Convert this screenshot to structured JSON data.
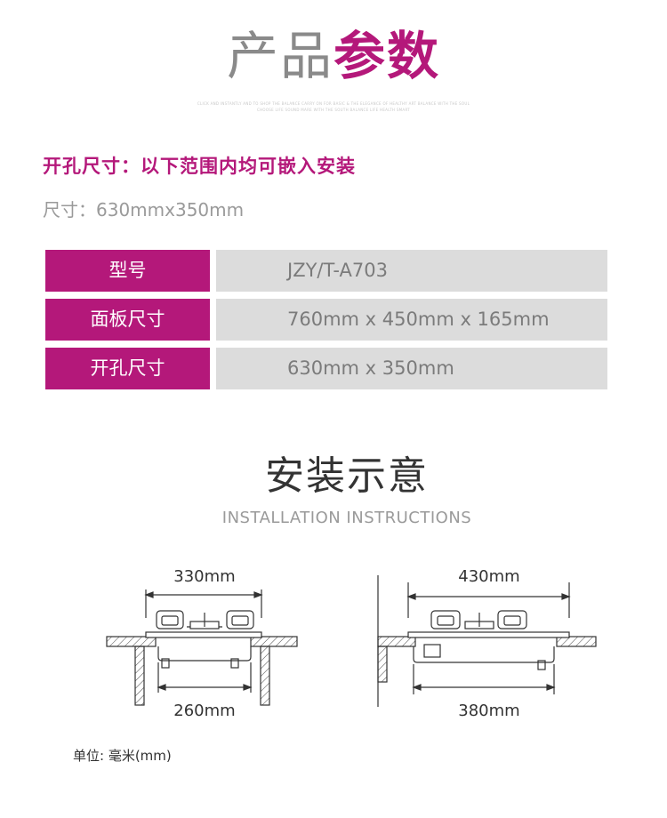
{
  "title": {
    "part1": "产品",
    "part2": "参数"
  },
  "tiny_text": {
    "line1": "CLICK AND INSTANTLY AND TO SHOP THE BALANCE CARRY ON FOR BASIC & THE ELEGANCE OF HEALTHY ART BALANCE WITH THE SOUL",
    "line2": "CHOOSE LIFE SOUND MARE WITH THE SOUTH BALANCE LIFE HEALTH SMART"
  },
  "cutout_heading": "开孔尺寸：以下范围内均可嵌入安装",
  "size_line": "尺寸：630mmx350mm",
  "specs": [
    {
      "label": "型号",
      "value": "JZY/T-A703"
    },
    {
      "label": "面板尺寸",
      "value": "760mm x 450mm x 165mm"
    },
    {
      "label": "开孔尺寸",
      "value": "630mm x 350mm"
    }
  ],
  "install": {
    "title": "安装示意",
    "subtitle": "INSTALLATION INSTRUCTIONS"
  },
  "diagrams": {
    "left_top": "330mm",
    "left_bottom": "260mm",
    "right_top": "430mm",
    "right_bottom": "380mm"
  },
  "unit_note": "单位: 毫米(mm)",
  "colors": {
    "accent": "#b4187a",
    "cell_bg": "#dcdcdc"
  }
}
